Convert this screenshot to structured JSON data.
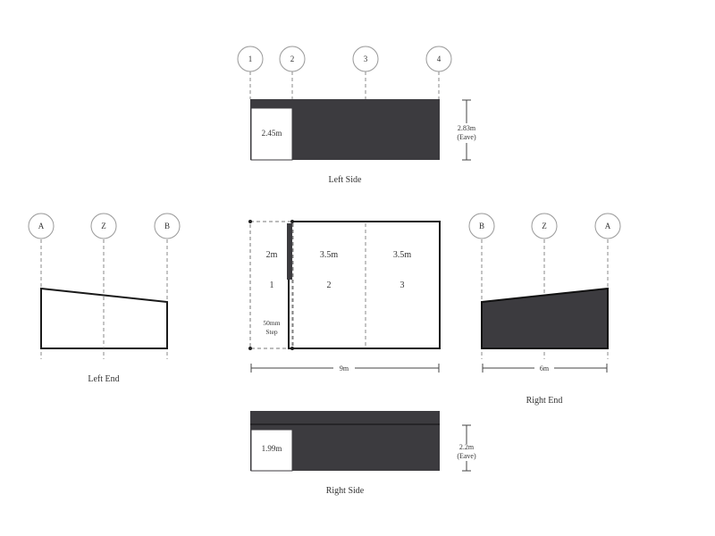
{
  "colors": {
    "wall_fill": "#3c3b3f",
    "outline": "#1a1a1a",
    "grid": "#999999",
    "background": "#ffffff"
  },
  "left_side": {
    "title": "Left Side",
    "gridlines": [
      "1",
      "2",
      "3",
      "4"
    ],
    "door_height": "2.45m",
    "eave_height_value": "2.83m",
    "eave_height_label": "(Eave)"
  },
  "plan": {
    "bays": [
      {
        "width": "2m",
        "number": "1",
        "note_line1": "50mm",
        "note_line2": "Step"
      },
      {
        "width": "3.5m",
        "number": "2"
      },
      {
        "width": "3.5m",
        "number": "3"
      }
    ],
    "total_length": "9m"
  },
  "left_end": {
    "title": "Left End",
    "gridlines": [
      "A",
      "Z",
      "B"
    ]
  },
  "right_end": {
    "title": "Right End",
    "gridlines": [
      "B",
      "Z",
      "A"
    ],
    "width": "6m"
  },
  "right_side": {
    "title": "Right Side",
    "door_height": "1.99m",
    "eave_height_value": "2.2m",
    "eave_height_label": "(Eave)"
  }
}
